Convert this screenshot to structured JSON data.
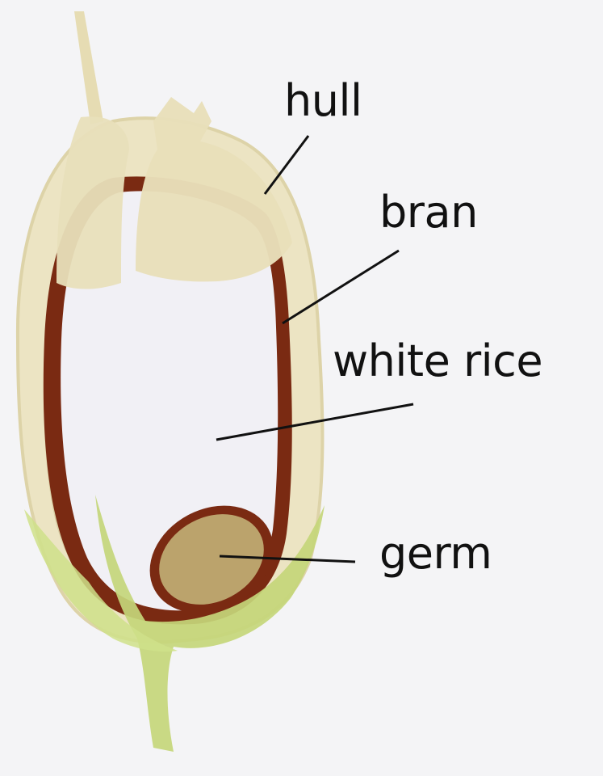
{
  "labels": {
    "hull": "hull",
    "bran": "bran",
    "white_rice": "white rice",
    "germ": "germ"
  },
  "colors": {
    "background": "#f4f4f6",
    "hull": "#ece4c3",
    "hull_shadow": "#d8cfa8",
    "bran": "#7a2a12",
    "endosperm": "#f1f0f5",
    "germ": "#bba36c",
    "sprout": "#c4d67a",
    "leader_line": "#111111"
  }
}
